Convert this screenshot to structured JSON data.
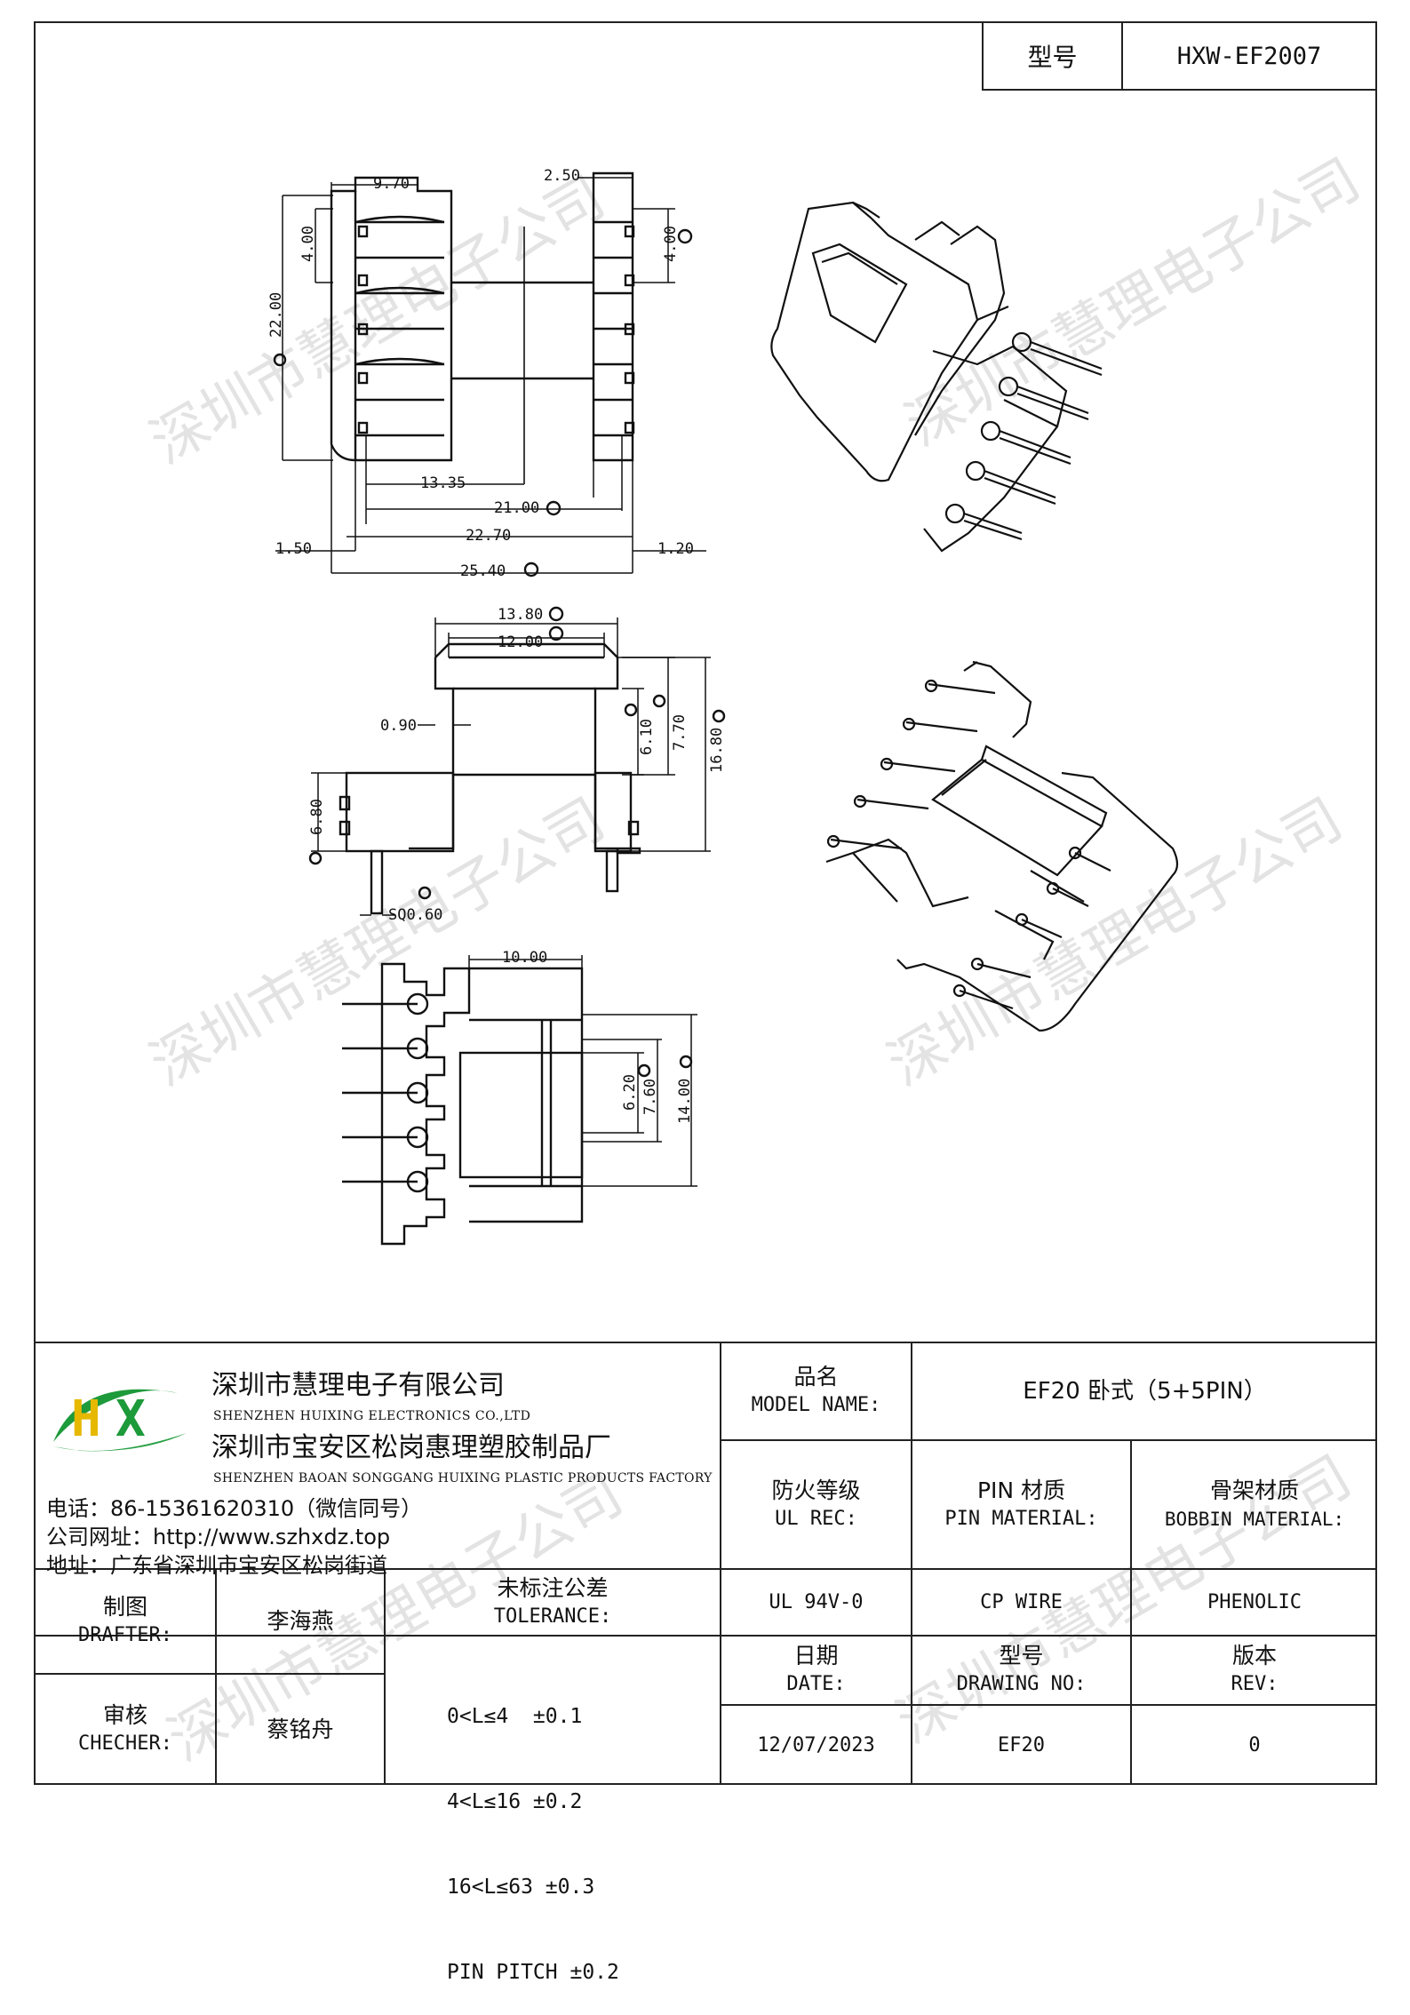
{
  "header": {
    "model_label": "型号",
    "model_value": "HXW-EF2007"
  },
  "watermark": "深圳市慧理电子公司",
  "dimensions": {
    "top_view": {
      "w_9_70": "9.70",
      "w_2_50": "2.50",
      "h_4_00_left": "4.00",
      "h_4_00_right": "4.00",
      "h_22_00": "22.00",
      "d_13_35": "13.35",
      "d_21_00": "21.00",
      "d_22_70": "22.70",
      "d_1_50": "1.50",
      "d_1_20": "1.20",
      "d_25_40": "25.40"
    },
    "side_view": {
      "d_13_80": "13.80",
      "d_12_00": "12.00",
      "d_0_90": "0.90",
      "d_6_10": "6.10",
      "d_7_70": "7.70",
      "d_16_80": "16.80",
      "d_6_80": "6.80",
      "d_sq": "SQ0.60"
    },
    "bottom_view": {
      "d_10_00": "10.00",
      "d_6_20": "6.20",
      "d_7_60": "7.60",
      "d_14_00": "14.00"
    }
  },
  "company": {
    "name_cn": "深圳市慧理电子有限公司",
    "name_en": "SHENZHEN HUIXING ELECTRONICS CO.,LTD",
    "factory_cn": "深圳市宝安区松岗惠理塑胶制品厂",
    "factory_en": "SHENZHEN BAOAN SONGGANG HUIXING PLASTIC PRODUCTS FACTORY",
    "phone": "电话：86-15361620310（微信同号）",
    "website": "公司网址：http://www.szhxdz.top",
    "address": "地址：广东省深圳市宝安区松岗街道",
    "logo_text": "HX"
  },
  "title_block": {
    "model_name_cn": "品名",
    "model_name_en": "MODEL NAME:",
    "model_name_value": "EF20 卧式（5+5PIN）",
    "ul_cn": "防火等级",
    "ul_en": "UL REC:",
    "pin_cn": "PIN 材质",
    "pin_en": "PIN MATERIAL:",
    "bobbin_cn": "骨架材质",
    "bobbin_en": "BOBBIN MATERIAL:",
    "ul_value": "UL 94V-0",
    "pin_value": "CP WIRE",
    "bobbin_value": "PHENOLIC",
    "drafter_cn": "制图",
    "drafter_en": "DRAFTER:",
    "drafter_name": "李海燕",
    "checker_cn": "审核",
    "checker_en": "CHECHER:",
    "checker_name": "蔡铭舟",
    "tolerance_cn": "未标注公差",
    "tolerance_en": "TOLERANCE:",
    "tolerance_lines": [
      "0<L≤4  ±0.1",
      "4<L≤16 ±0.2",
      "16<L≤63 ±0.3",
      "PIN PITCH ±0.2"
    ],
    "date_cn": "日期",
    "date_en": "DATE:",
    "date_value": "12/07/2023",
    "drawing_cn": "型号",
    "drawing_en": "DRAWING NO:",
    "drawing_value": "EF20",
    "rev_cn": "版本",
    "rev_en": "REV:",
    "rev_value": "0"
  }
}
